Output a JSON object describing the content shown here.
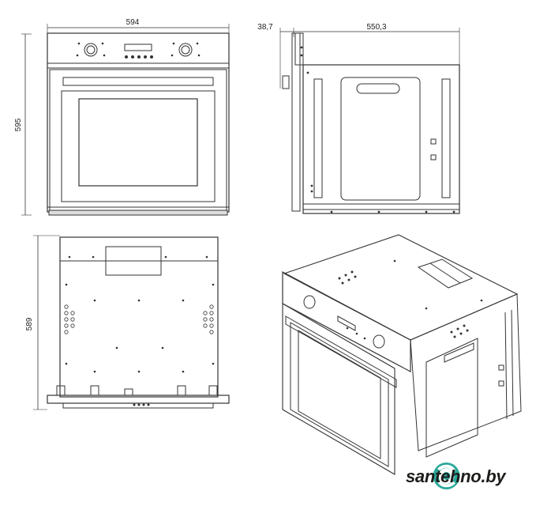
{
  "dimensions": {
    "front_width": "594",
    "front_height": "595",
    "side_depth_front": "38,7",
    "side_depth_body": "550,3",
    "top_depth": "589"
  },
  "brand": {
    "name": "santehno.by",
    "color": "#2aa89a"
  }
}
